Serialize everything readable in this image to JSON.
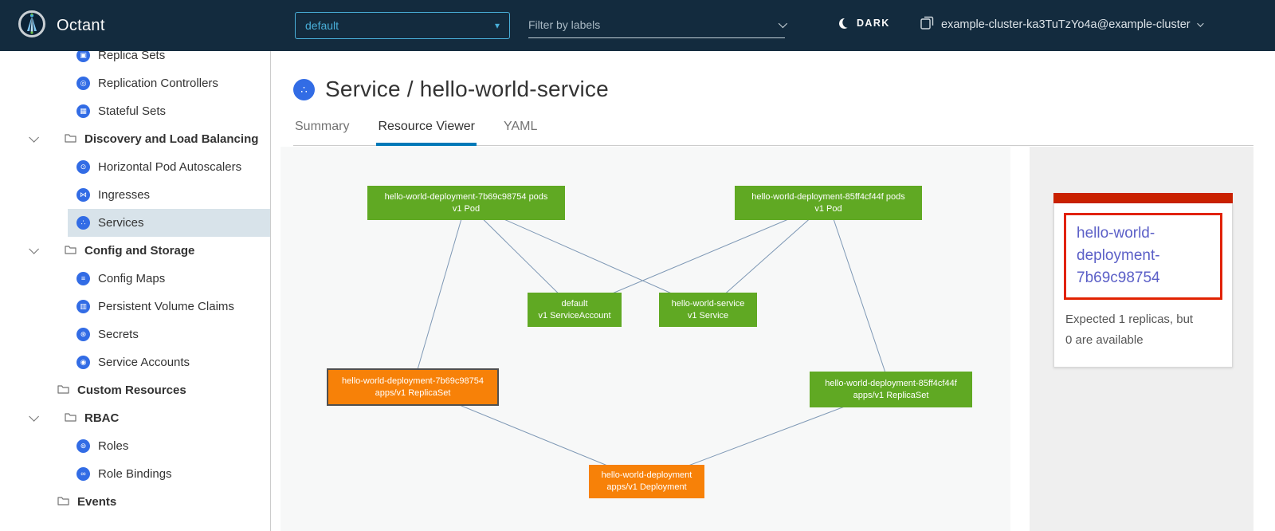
{
  "header": {
    "app_title": "Octant",
    "namespace_selector": {
      "value": "default"
    },
    "filter": {
      "placeholder": "Filter by labels"
    },
    "theme_toggle": {
      "label": "DARK"
    },
    "cluster_menu": {
      "label": "example-cluster-ka3TuTzYo4a@example-cluster"
    }
  },
  "sidebar": {
    "items": [
      {
        "label": "Replica Sets",
        "type": "child",
        "icon": "▣"
      },
      {
        "label": "Replication Controllers",
        "type": "child",
        "icon": "◎"
      },
      {
        "label": "Stateful Sets",
        "type": "child",
        "icon": "▦"
      },
      {
        "label": "Discovery and Load Balancing",
        "type": "section"
      },
      {
        "label": "Horizontal Pod Autoscalers",
        "type": "child",
        "icon": "⊙"
      },
      {
        "label": "Ingresses",
        "type": "child",
        "icon": "⋈"
      },
      {
        "label": "Services",
        "type": "child",
        "icon": "∴",
        "selected": true
      },
      {
        "label": "Config and Storage",
        "type": "section"
      },
      {
        "label": "Config Maps",
        "type": "child",
        "icon": "≡"
      },
      {
        "label": "Persistent Volume Claims",
        "type": "child",
        "icon": "▥"
      },
      {
        "label": "Secrets",
        "type": "child",
        "icon": "⊛"
      },
      {
        "label": "Service Accounts",
        "type": "child",
        "icon": "◉"
      },
      {
        "label": "Custom Resources",
        "type": "folder"
      },
      {
        "label": "RBAC",
        "type": "section"
      },
      {
        "label": "Roles",
        "type": "child",
        "icon": "⊚"
      },
      {
        "label": "Role Bindings",
        "type": "child",
        "icon": "∞"
      },
      {
        "label": "Events",
        "type": "folder"
      }
    ]
  },
  "main": {
    "title": "Service / hello-world-service",
    "title_icon": "∴",
    "tabs": [
      {
        "label": "Summary",
        "active": false
      },
      {
        "label": "Resource Viewer",
        "active": true
      },
      {
        "label": "YAML",
        "active": false
      }
    ]
  },
  "graph": {
    "nodes": [
      {
        "id": "pod1",
        "line1": "hello-world-deployment-7b69c98754 pods",
        "line2": "v1 Pod",
        "status": "ok"
      },
      {
        "id": "pod2",
        "line1": "hello-world-deployment-85ff4cf44f pods",
        "line2": "v1 Pod",
        "status": "ok"
      },
      {
        "id": "serviceaccount",
        "line1": "default",
        "line2": "v1 ServiceAccount",
        "status": "ok"
      },
      {
        "id": "service",
        "line1": "hello-world-service",
        "line2": "v1 Service",
        "status": "ok"
      },
      {
        "id": "replicaset1",
        "line1": "hello-world-deployment-7b69c98754",
        "line2": "apps/v1 ReplicaSet",
        "status": "warning",
        "selected": true
      },
      {
        "id": "replicaset2",
        "line1": "hello-world-deployment-85ff4cf44f",
        "line2": "apps/v1 ReplicaSet",
        "status": "ok"
      },
      {
        "id": "deployment",
        "line1": "hello-world-deployment",
        "line2": "apps/v1 Deployment",
        "status": "warning"
      }
    ],
    "edges": [
      [
        "pod1",
        "serviceaccount"
      ],
      [
        "pod1",
        "service"
      ],
      [
        "pod1",
        "replicaset1"
      ],
      [
        "pod2",
        "serviceaccount"
      ],
      [
        "pod2",
        "service"
      ],
      [
        "pod2",
        "replicaset2"
      ],
      [
        "replicaset1",
        "deployment"
      ],
      [
        "replicaset2",
        "deployment"
      ]
    ]
  },
  "detail_card": {
    "link_text": "hello-world-deployment-7b69c98754",
    "message_lines": [
      "Expected 1 replicas, but",
      "0 are available"
    ]
  },
  "colors": {
    "header_bg": "#132B3E",
    "accent_blue": "#49afd9",
    "k8s_icon_blue": "#326CE5",
    "tab_underline": "#0079B8",
    "node_green": "#60A923",
    "node_orange": "#F78108",
    "edge_line": "#7E98B5",
    "status_red_bar": "#C92100",
    "alert_border_red": "#E12200",
    "alert_link_purple": "#5B5FC7",
    "selected_nav_bg": "#D8E3EA"
  }
}
